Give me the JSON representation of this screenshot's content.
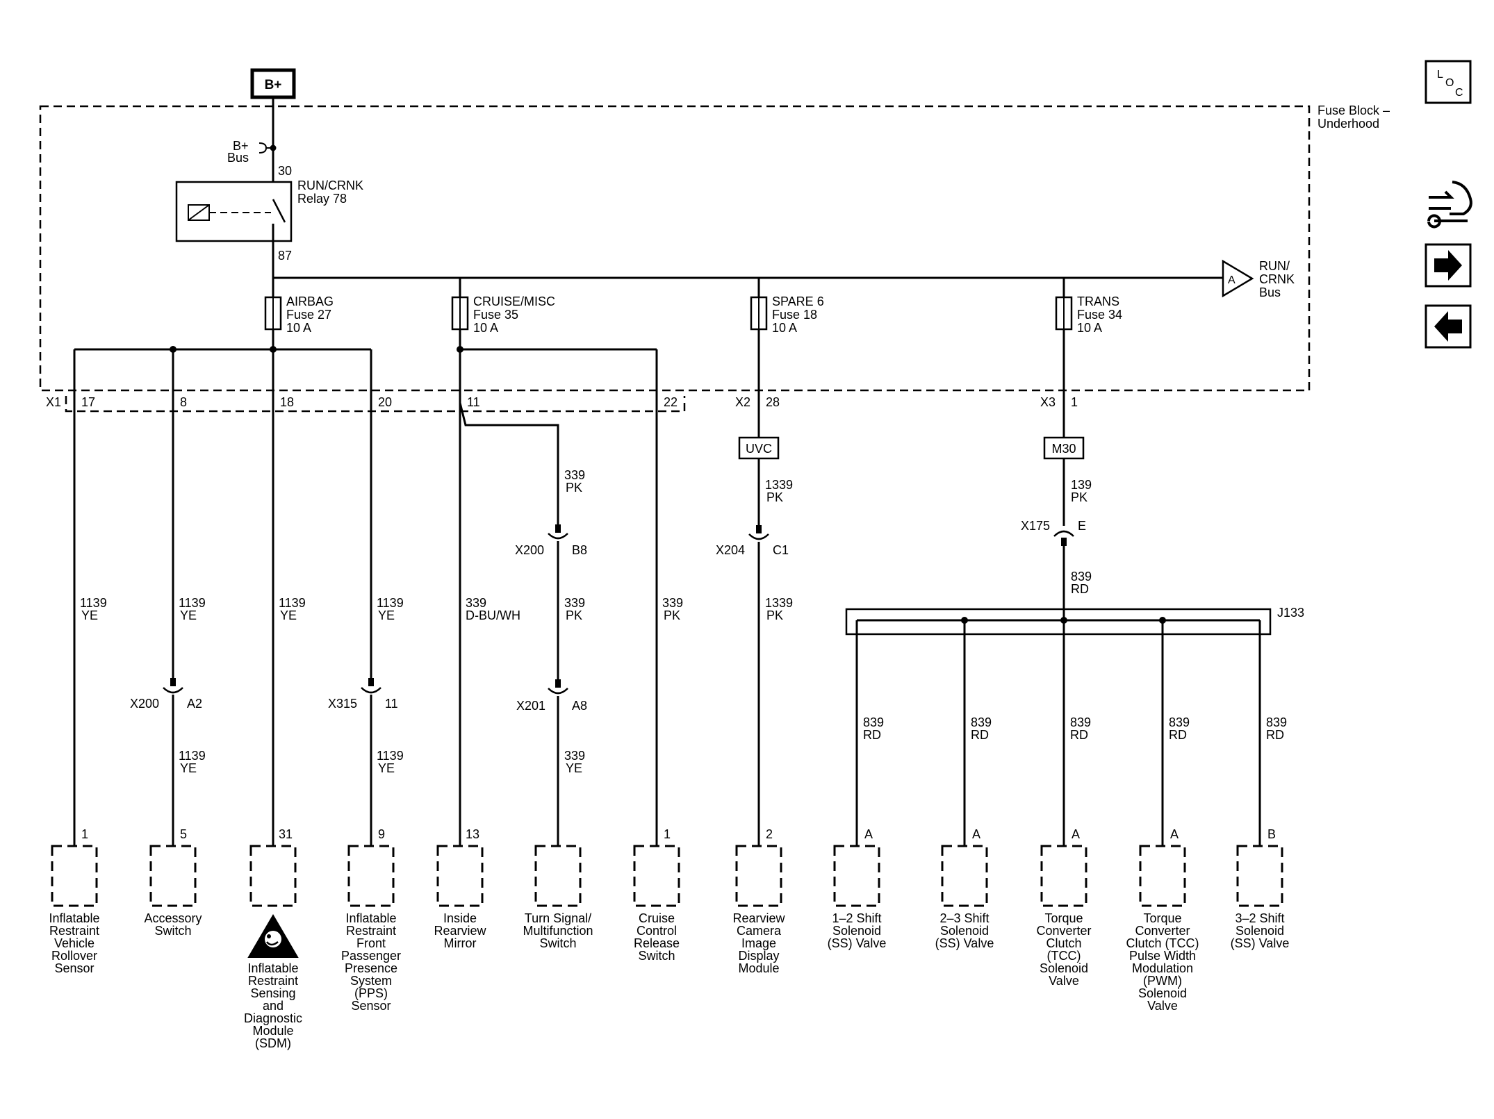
{
  "power_source": "B+",
  "fuse_block": {
    "name_line1": "Fuse Block –",
    "name_line2": "Underhood"
  },
  "bus": {
    "b_plus_line1": "B+",
    "b_plus_line2": "Bus",
    "run_line1": "RUN/",
    "run_line2": "CRNK",
    "run_line3": "Bus",
    "run_ref": "A"
  },
  "relay": {
    "name_line1": "RUN/CRNK",
    "name_line2": "Relay 78",
    "pin_in": "30",
    "pin_out": "87"
  },
  "fuses": [
    {
      "name": "AIRBAG",
      "number": "Fuse 27",
      "rating": "10 A"
    },
    {
      "name": "CRUISE/MISC",
      "number": "Fuse 35",
      "rating": "10 A"
    },
    {
      "name": "SPARE 6",
      "number": "Fuse 18",
      "rating": "10 A"
    },
    {
      "name": "TRANS",
      "number": "Fuse 34",
      "rating": "10 A"
    }
  ],
  "connectors": {
    "x1": "X1",
    "x2": "X2",
    "x3": "X3",
    "x1_pins": [
      "17",
      "8",
      "18",
      "20",
      "11",
      "22"
    ],
    "x2_pin": "28",
    "x3_pin": "1"
  },
  "splice_packs": {
    "uvc": "UVC",
    "m30": "M30",
    "j133": "J133"
  },
  "inline_connectors": [
    {
      "name": "X200",
      "pin": "A2"
    },
    {
      "name": "X315",
      "pin": "11"
    },
    {
      "name": "X200",
      "pin": "B8"
    },
    {
      "name": "X201",
      "pin": "A8"
    },
    {
      "name": "X204",
      "pin": "C1"
    },
    {
      "name": "X175",
      "pin": "E"
    }
  ],
  "wires": [
    {
      "circuit": "1139",
      "color": "YE"
    },
    {
      "circuit": "1139",
      "color": "YE"
    },
    {
      "circuit": "1139",
      "color": "YE"
    },
    {
      "circuit": "1139",
      "color": "YE"
    },
    {
      "circuit": "1139",
      "color": "YE"
    },
    {
      "circuit": "1139",
      "color": "YE"
    },
    {
      "circuit": "339",
      "color": "PK"
    },
    {
      "circuit": "339",
      "color": "D-BU/WH"
    },
    {
      "circuit": "339",
      "color": "PK"
    },
    {
      "circuit": "339",
      "color": "YE"
    },
    {
      "circuit": "339",
      "color": "PK"
    },
    {
      "circuit": "1339",
      "color": "PK"
    },
    {
      "circuit": "1339",
      "color": "PK"
    },
    {
      "circuit": "139",
      "color": "PK"
    },
    {
      "circuit": "839",
      "color": "RD"
    },
    {
      "circuit": "839",
      "color": "RD"
    },
    {
      "circuit": "839",
      "color": "RD"
    },
    {
      "circuit": "839",
      "color": "RD"
    },
    {
      "circuit": "839",
      "color": "RD"
    },
    {
      "circuit": "839",
      "color": "RD"
    }
  ],
  "components": [
    {
      "pin": "1",
      "lines": [
        "Inflatable",
        "Restraint",
        "Vehicle",
        "Rollover",
        "Sensor"
      ]
    },
    {
      "pin": "5",
      "lines": [
        "Accessory",
        "Switch"
      ]
    },
    {
      "pin": "31",
      "lines": [
        "Inflatable",
        "Restraint",
        "Sensing",
        "and",
        "Diagnostic",
        "Module",
        "(SDM)"
      ]
    },
    {
      "pin": "9",
      "lines": [
        "Inflatable",
        "Restraint",
        "Front",
        "Passenger",
        "Presence",
        "System",
        "(PPS)",
        "Sensor"
      ]
    },
    {
      "pin": "13",
      "lines": [
        "Inside",
        "Rearview",
        "Mirror"
      ]
    },
    {
      "pin": "",
      "lines": [
        "Turn Signal/",
        "Multifunction",
        "Switch"
      ]
    },
    {
      "pin": "1",
      "lines": [
        "Cruise",
        "Control",
        "Release",
        "Switch"
      ]
    },
    {
      "pin": "2",
      "lines": [
        "Rearview",
        "Camera",
        "Image",
        "Display",
        "Module"
      ]
    },
    {
      "pin": "A",
      "lines": [
        "1–2 Shift",
        "Solenoid",
        "(SS) Valve"
      ]
    },
    {
      "pin": "A",
      "lines": [
        "2–3 Shift",
        "Solenoid",
        "(SS) Valve"
      ]
    },
    {
      "pin": "A",
      "lines": [
        "Torque",
        "Converter",
        "Clutch",
        "(TCC)",
        "Solenoid",
        "Valve"
      ]
    },
    {
      "pin": "A",
      "lines": [
        "Torque",
        "Converter",
        "Clutch (TCC)",
        "Pulse Width",
        "Modulation",
        "(PWM)",
        "Solenoid",
        "Valve"
      ]
    },
    {
      "pin": "B",
      "lines": [
        "3–2 Shift",
        "Solenoid",
        "(SS) Valve"
      ]
    }
  ],
  "nav": {
    "loc_l": "L",
    "loc_o": "O",
    "loc_c": "C",
    "icons": [
      "location-icon",
      "wrench-connector-icon",
      "arrow-right-icon",
      "arrow-left-icon"
    ]
  }
}
